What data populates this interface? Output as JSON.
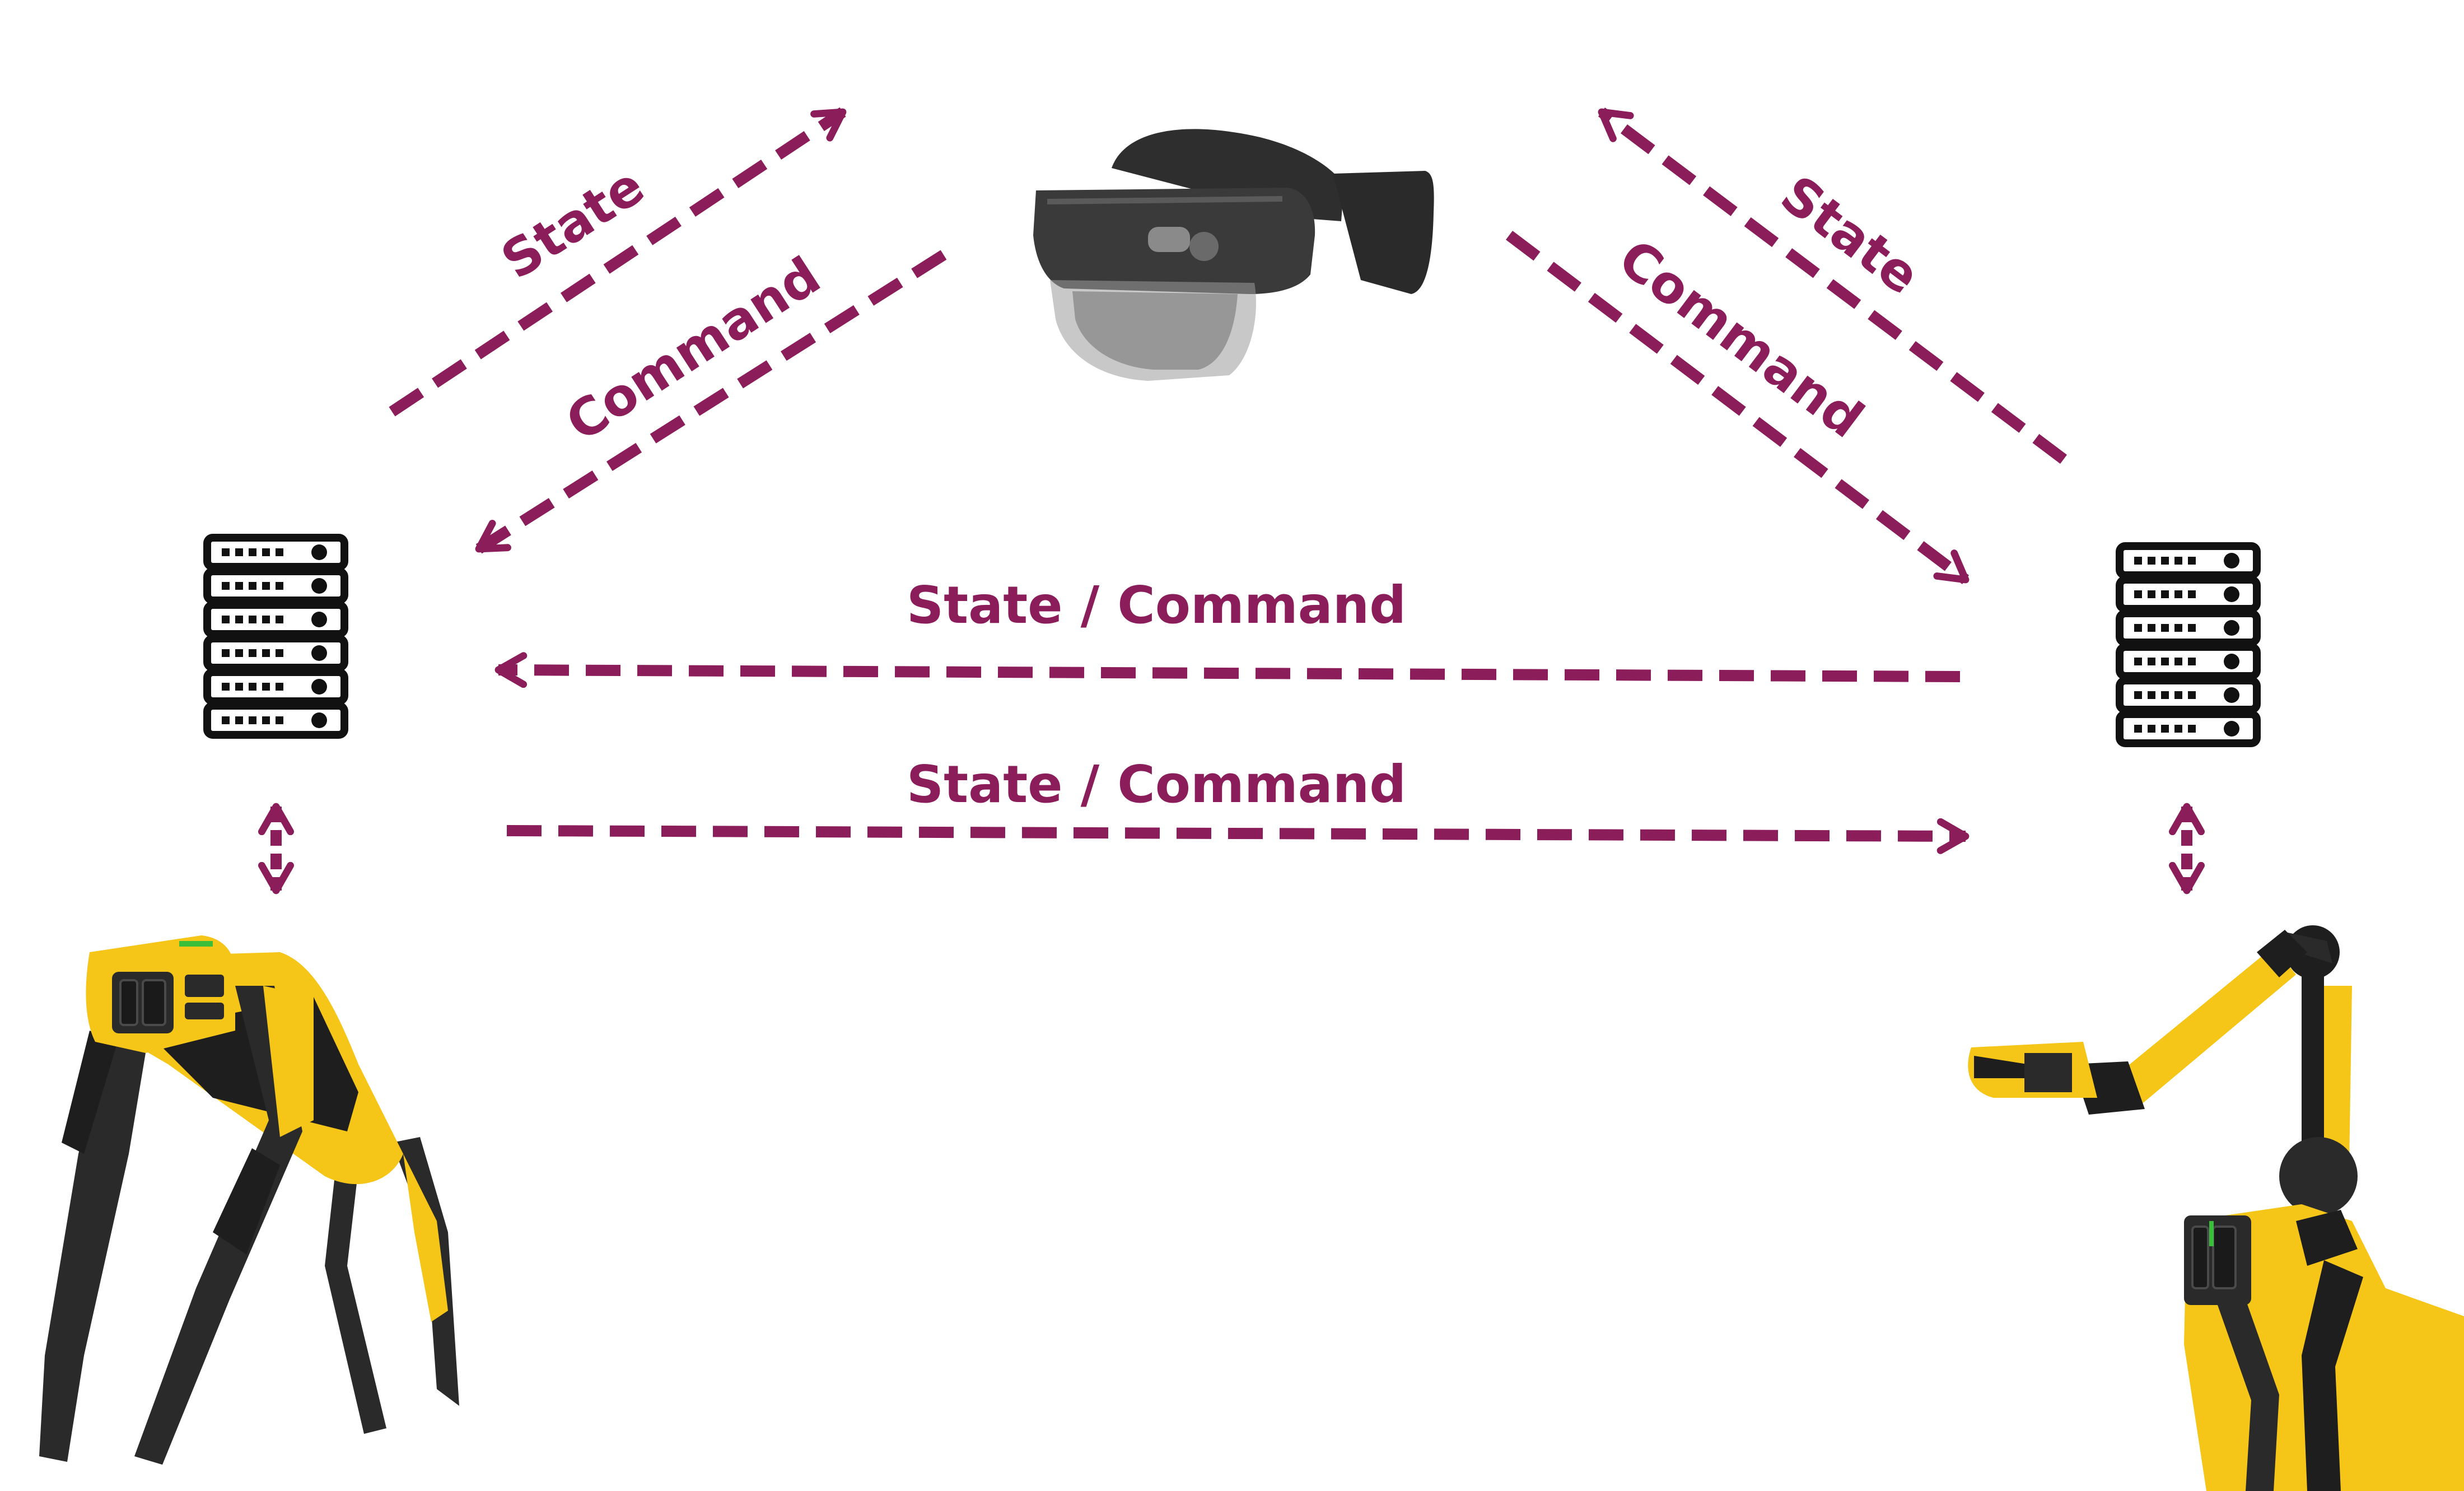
{
  "colors": {
    "accent": "#8b1d5a",
    "background": "#ffffff",
    "server": "#111111",
    "robot_yellow": "#f5c518",
    "robot_dark": "#1e1e1e",
    "headset": "#3b3b3b"
  },
  "labels": {
    "left_state": "State",
    "left_command": "Command",
    "right_state": "State",
    "right_command": "Command",
    "center_top": "State / Command",
    "center_bottom": "State / Command"
  },
  "icons": {
    "headset": "mixed-reality-headset-icon",
    "server_left": "server-rack-icon",
    "server_right": "server-rack-icon",
    "robot_left": "quadruped-robot-icon",
    "robot_right": "quadruped-robot-with-arm-icon"
  }
}
